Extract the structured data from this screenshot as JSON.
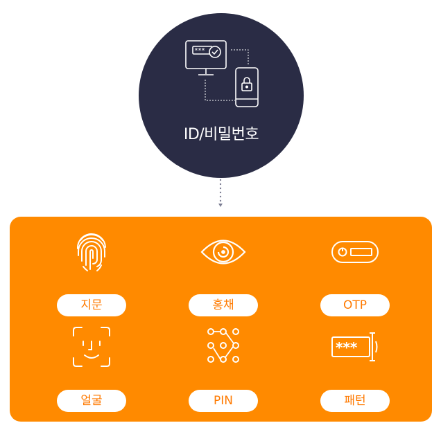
{
  "hub": {
    "label": "ID/비밀번호",
    "icon": "monitor-phone-lock-icon",
    "password_mask": "***"
  },
  "methods": [
    {
      "label": "지문",
      "icon": "fingerprint-icon"
    },
    {
      "label": "홍채",
      "icon": "eye-iris-icon"
    },
    {
      "label": "OTP",
      "icon": "otp-token-icon"
    },
    {
      "label": "얼굴",
      "icon": "face-scan-icon"
    },
    {
      "label": "PIN",
      "icon": "pattern-dots-icon"
    },
    {
      "label": "패턴",
      "icon": "password-field-icon",
      "mask": "***"
    }
  ],
  "colors": {
    "hub_bg": "#2a2c45",
    "panel_bg": "#ff8a00",
    "pill_text": "#ff7a00",
    "pill_bg": "#ffffff"
  }
}
